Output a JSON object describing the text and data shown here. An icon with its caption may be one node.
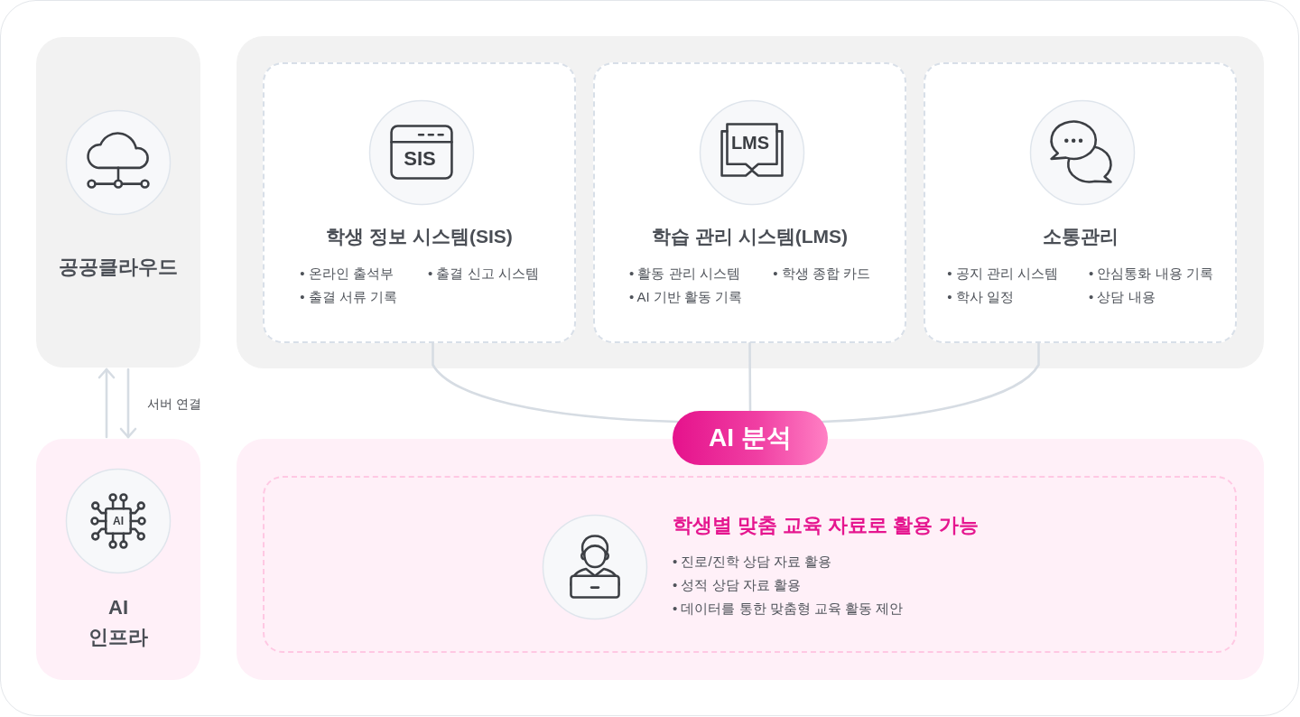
{
  "diagram": {
    "nodes": [
      {
        "text": [
          "공공클라우드"
        ]
      },
      {
        "text": [],
        "shape": "box"
      },
      {
        "text": [
          "학생 정보 시스템(SIS)",
          "• 온라인 출석부",
          "• 출결 신고 시스템",
          "• 출결 서류 기록"
        ],
        "in": 1
      },
      {
        "text": [
          "학습 관리 시스템(LMS)",
          "• 활동 관리 시스템",
          "• 학생 종합 카드",
          "• AI 기반 활동 기록"
        ],
        "in": 1
      },
      {
        "text": [
          "소통관리",
          "• 공지 관리 시스템",
          "• 안심통화 내용 기록",
          "• 학사 일정",
          "• 상담 내용"
        ],
        "in": 1
      },
      {
        "text": [
          "AI 분석"
        ]
      },
      {
        "text": [
          "AI 인프라"
        ]
      },
      {
        "text": [],
        "shape": "box"
      },
      {
        "text": [
          "학생별 맞춤 교육 자료로 활용 가능",
          "• 진로/진학 상담 자료 활용",
          "• 성적 상담 자료 활용",
          "• 데이터를 통한 맞춤형 교육 활동 제안"
        ],
        "in": 7
      }
    ],
    "edges": [
      {
        "from": 2,
        "to": 5,
        "arrow": "none"
      },
      {
        "from": 3,
        "to": 5,
        "arrow": "none"
      },
      {
        "from": 4,
        "to": 5,
        "arrow": "none"
      },
      {
        "from": 6,
        "to": 0,
        "arrow": "to"
      },
      {
        "from": 0,
        "to": 6,
        "arrow": "to",
        "label": "서버 연결"
      }
    ],
    "labels": [
      "SIS",
      "LMS",
      "AI"
    ]
  }
}
